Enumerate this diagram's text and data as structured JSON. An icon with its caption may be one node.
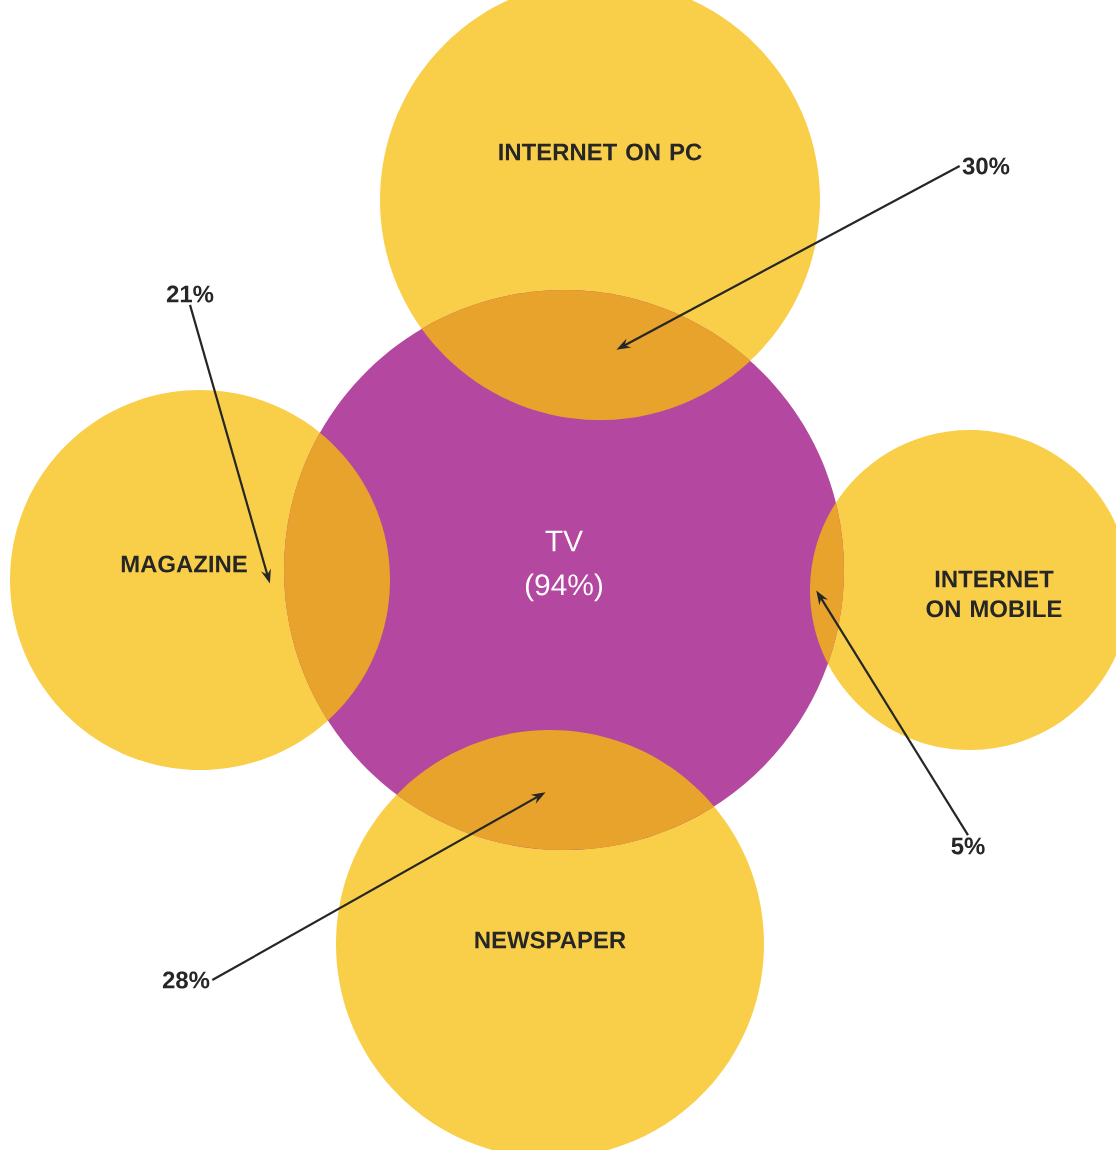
{
  "diagram": {
    "nodes": [
      {
        "text": [
          "TV (94%)"
        ]
      },
      {
        "text": [
          "INTERNET ON PC"
        ]
      },
      {
        "text": [
          "MAGAZINE"
        ]
      },
      {
        "text": [
          "INTERNET ON MOBILE"
        ]
      },
      {
        "text": [
          "NEWSPAPER"
        ]
      },
      {
        "text": [
          "30%"
        ]
      },
      {
        "text": [
          "21%"
        ]
      },
      {
        "text": [
          "5%"
        ]
      },
      {
        "text": [
          "28%"
        ]
      },
      {
        "text": [],
        "shape": "lens"
      },
      {
        "text": [],
        "shape": "lens"
      },
      {
        "text": [],
        "shape": "lens"
      },
      {
        "text": [],
        "shape": "lens"
      }
    ],
    "edges": [
      {
        "from": 5,
        "to": 9,
        "arrow": "to"
      },
      {
        "from": 6,
        "to": 10,
        "arrow": "to"
      },
      {
        "from": 7,
        "to": 11,
        "arrow": "to"
      },
      {
        "from": 8,
        "to": 12,
        "arrow": "to"
      }
    ]
  }
}
